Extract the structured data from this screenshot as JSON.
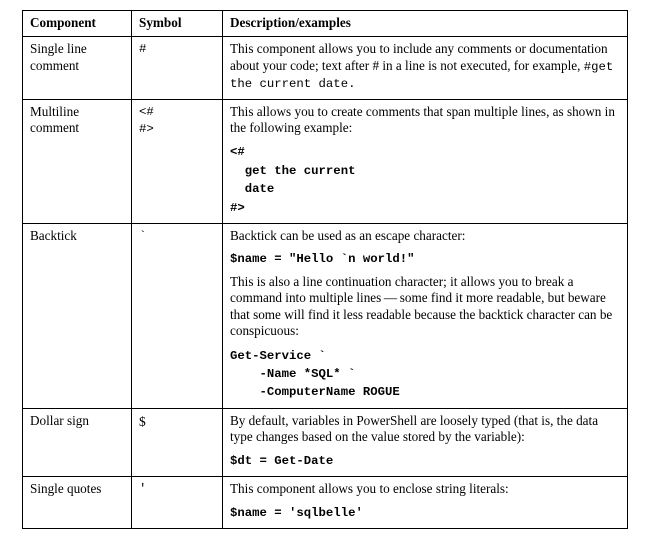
{
  "table": {
    "headers": [
      "Component",
      "Symbol",
      "Description/examples"
    ],
    "rows": [
      {
        "component": "Single line comment",
        "symbols": [
          "#"
        ],
        "symbol_style": "mono",
        "desc_paragraph_1_a": "This component allows you to include any comments or documentation about your code; text after # in a line is not executed, for example, ",
        "desc_paragraph_1_code": "#get the current date.",
        "desc_blocks": []
      },
      {
        "component": "Multiline comment",
        "symbols": [
          "<#",
          "#>"
        ],
        "symbol_style": "mono",
        "desc_paragraph_1": "This allows you to create comments that span multiple lines, as shown in the following example:",
        "code_block_1": "<#\n  get the current\n  date\n#>"
      },
      {
        "component": "Backtick",
        "symbols": [
          "`"
        ],
        "symbol_style": "mono",
        "desc_paragraph_1": "Backtick can be used as an escape character:",
        "code_1": "$name = \"Hello `n world!\"",
        "desc_paragraph_2": "This is also a line continuation character; it allows you to break a command into multiple lines — some find it more readable, but beware that some will find it less readable because the backtick character can be conspicuous:",
        "code_block_1": "Get-Service `\n    -Name *SQL* `\n    -ComputerName ROGUE"
      },
      {
        "component": "Dollar sign",
        "symbols": [
          "$"
        ],
        "symbol_style": "serif",
        "desc_paragraph_1": "By default, variables in PowerShell are loosely typed (that is, the data type changes based on the value stored by the variable):",
        "code_1": "$dt = Get-Date"
      },
      {
        "component": "Single quotes",
        "symbols": [
          "'"
        ],
        "symbol_style": "mono",
        "desc_paragraph_1": "This component allows you to enclose string literals:",
        "code_1": "$name = 'sqlbelle'"
      }
    ]
  },
  "colors": {
    "border": "#000000",
    "text": "#000000",
    "background": "#ffffff"
  }
}
